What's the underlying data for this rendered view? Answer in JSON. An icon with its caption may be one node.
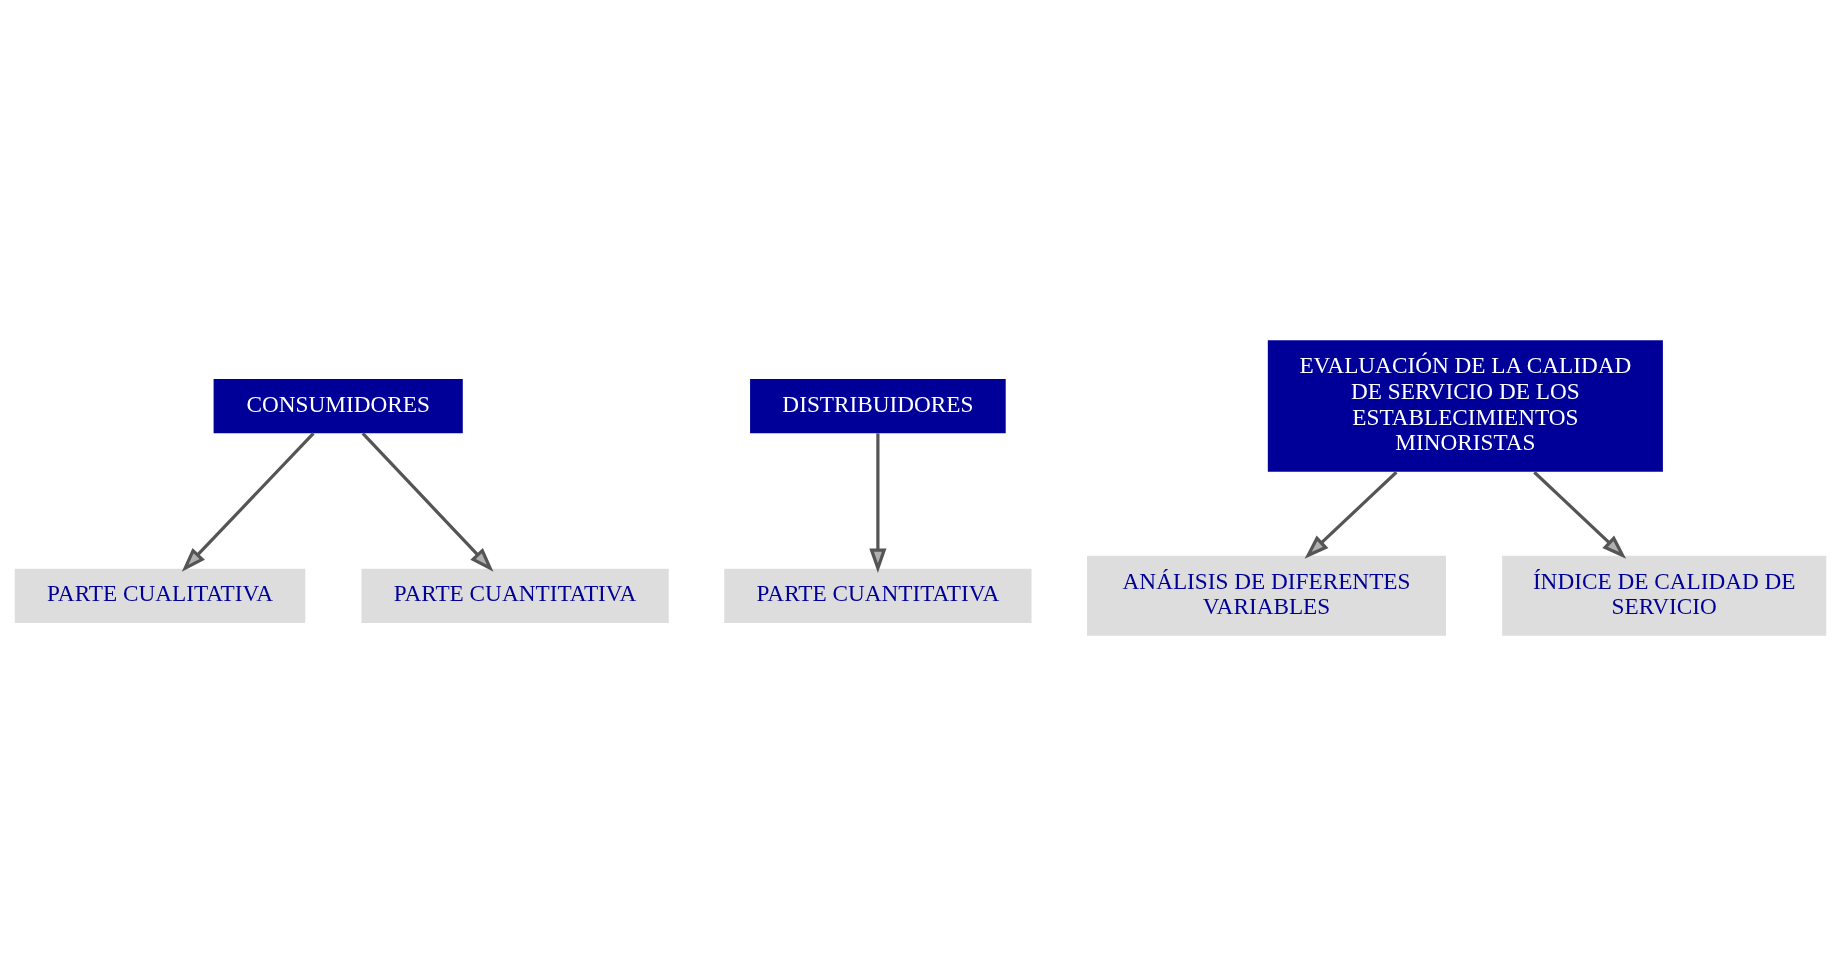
{
  "diagram": {
    "nodes": [
      {
        "text": [
          "CONSUMIDORES"
        ]
      },
      {
        "text": [
          "DISTRIBUIDORES"
        ]
      },
      {
        "text": [
          "EVALUACIÓN DE LA CALIDAD DE SERVICIO DE LOS ESTABLECIMIENTOS MINORISTAS"
        ]
      },
      {
        "text": [
          "PARTE CUALITATIVA"
        ]
      },
      {
        "text": [
          "PARTE CUANTITATIVA"
        ]
      },
      {
        "text": [
          "PARTE CUANTITATIVA"
        ]
      },
      {
        "text": [
          "ANÁLISIS DE DIFERENTES VARIABLES"
        ]
      },
      {
        "text": [
          "ÍNDICE DE CALIDAD DE SERVICIO"
        ]
      }
    ],
    "edges": [
      {
        "from": 0,
        "to": 3,
        "arrow": "to"
      },
      {
        "from": 0,
        "to": 4,
        "arrow": "to"
      },
      {
        "from": 1,
        "to": 5,
        "arrow": "to"
      },
      {
        "from": 2,
        "to": 6,
        "arrow": "to"
      },
      {
        "from": 2,
        "to": 7,
        "arrow": "to"
      }
    ]
  }
}
